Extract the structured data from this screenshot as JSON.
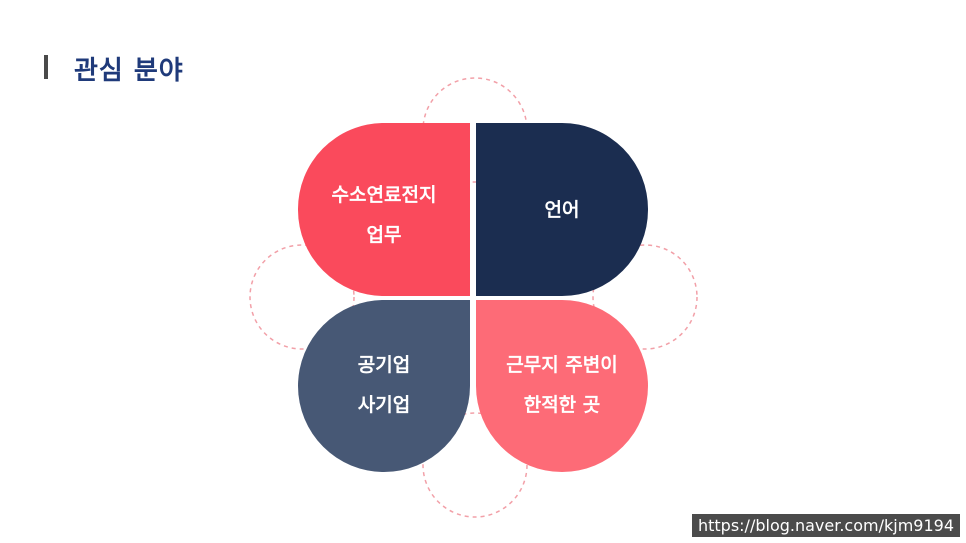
{
  "header": {
    "title": "관심 분야"
  },
  "petals": [
    {
      "line1": "수소연료전지",
      "line2": "업무",
      "color": "#fa4a5c"
    },
    {
      "line1": "언어",
      "line2": "",
      "color": "#1b2d50"
    },
    {
      "line1": "공기업",
      "line2": "사기업",
      "color": "#475875"
    },
    {
      "line1": "근무지 주변이",
      "line2": "한적한 곳",
      "color": "#fd6b77"
    }
  ],
  "accent_dashed_color": "#f2a0a8",
  "watermark": {
    "text": "https://blog.naver.com/kjm9194"
  }
}
